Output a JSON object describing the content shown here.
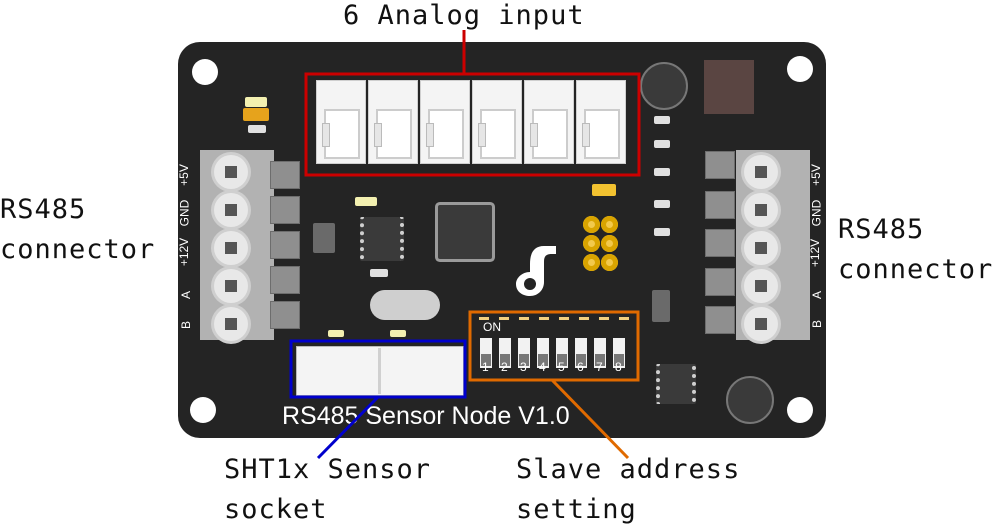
{
  "callouts": {
    "analog_input": "6 Analog input",
    "rs485_left": [
      "RS485",
      "connector"
    ],
    "rs485_right": [
      "RS485",
      "connector"
    ],
    "sht1x": [
      "SHT1x Sensor",
      "socket"
    ],
    "slave_address": [
      "Slave address",
      "setting"
    ]
  },
  "board": {
    "title": "RS485 Sensor Node V1.0",
    "left_pins": [
      "+5V",
      "GND",
      "+12V",
      "A",
      "B"
    ],
    "right_pins": [
      "+5V",
      "GND",
      "+12V",
      "A",
      "B"
    ],
    "dip_switch_label": "ON",
    "dip_switch_numbers": [
      "1",
      "2",
      "3",
      "4",
      "5",
      "6",
      "7",
      "8"
    ]
  },
  "colors": {
    "analog_box": "#cc0000",
    "sht1x_box": "#0000cc",
    "slave_box": "#e06a00",
    "board": "#242424"
  }
}
